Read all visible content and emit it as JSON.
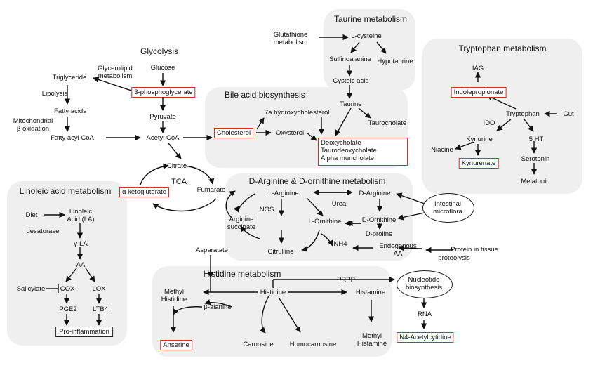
{
  "regions": {
    "glycolysis": {
      "title": "Glycolysis",
      "glycerolipid": "Glycerolipid\nmetabolism",
      "glucose": "Glucose",
      "triglyceride": "Triglyceride",
      "pg3": "3-phosphoglycerate",
      "lipolysis": "Lipolysis",
      "fatty_acids": "Fatty acids",
      "mito": "Mitochondrial\nβ oxidation",
      "pyruvate": "Pyruvate",
      "fatty_acyl": "Fatty acyl CoA",
      "acetyl": "Acetyl CoA"
    },
    "taurine": {
      "title": "Taurine metabolism",
      "glutathione": "Glutathione\nmetabolism",
      "lcysteine": "L-cysteine",
      "sulfino": "Sulfinoalanine",
      "hypotaurine": "Hypotaurine",
      "cysteic": "Cysteic acid",
      "taurine": "Taurine",
      "taurocholate": "Taurocholate"
    },
    "bile": {
      "title": "Bile acid biosynthesis",
      "hydroxy": "7a hydroxycholesterol",
      "cholesterol": "Cholesterol",
      "oxysterol": "Oxysterol",
      "deoxy": "Deoxycholate",
      "taurodeoxy": "Taurodeoxycholate",
      "alpha": "Alpha muricholate"
    },
    "tryptophan": {
      "title": "Tryptophan metabolism",
      "iag": "IAG",
      "indole": "Indolepropionate",
      "tryptophan": "Tryptophan",
      "gut": "Gut",
      "ido": "IDO",
      "kynurine": "Kynurine",
      "ht5": "5 HT",
      "niacine": "Niacine",
      "kynurenate": "Kynurenate",
      "serotonin": "Serotonin",
      "melatonin": "Melatonin"
    },
    "tca": {
      "citrate": "Citrate",
      "tca": "TCA",
      "akg": "α ketogluterate",
      "fumarate": "Fumarate"
    },
    "linoleic": {
      "title": "Linoleic acid metabolism",
      "diet": "Diet",
      "la": "Linoleic\nAcid (LA)",
      "desaturase": "desaturase",
      "gla": "γ-LA",
      "aa": "AA",
      "salicylate": "Salicylate",
      "cox": "COX",
      "lox": "LOX",
      "pge2": "PGE2",
      "ltb4": "LTB4",
      "proinf": "Pro-inflammation"
    },
    "arginine": {
      "title": "D-Arginine & D-ornithine metabolism",
      "larg": "L-Arginine",
      "darg": "D-Arginine",
      "nos": "NOS",
      "urea": "Urea",
      "argsucc": "Arginine\nsuccinate",
      "lorn": "L-Ornithine",
      "dorn": "D-Ornithine",
      "dpro": "D-proline",
      "intestinal": "Intestinal\nmicroflora",
      "nh4": "NH4",
      "citrulline": "Citrulline",
      "asparatate": "Asparatate",
      "endogenous": "Endogenous\nAA",
      "protein": "Protein in tissue",
      "proteolysis": "proteolysis"
    },
    "histidine": {
      "title": "Histidine metabolism",
      "prpp": "PRPP",
      "methylhis": "Methyl\nHistidine",
      "histidine": "Histidine",
      "histamine": "Histamine",
      "balanine": "β-alanine",
      "anserine": "Anserine",
      "carnosine": "Carnosine",
      "homocarnosine": "Homocarnosine",
      "methylhistamine": "Methyl\nHistamine"
    },
    "nucleotide": {
      "nucleotide": "Nucleotide\nbiosynthesis",
      "rna": "RNA",
      "n4": "N4-Acetylcytidine"
    }
  },
  "colors": {
    "highlight": "#d0302a",
    "region_fill": "#efefef",
    "line": "#111111"
  }
}
